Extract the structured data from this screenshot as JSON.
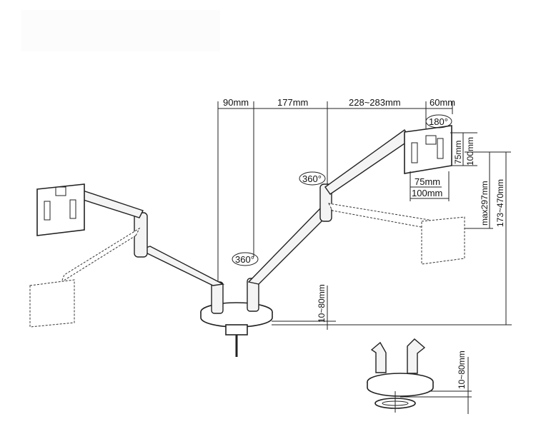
{
  "dimensions": {
    "top": [
      "90mm",
      "177mm",
      "228~283mm",
      "60mm"
    ],
    "vesa_h_small": "75mm",
    "vesa_h_large": "100mm",
    "vesa_v_small": "75mm",
    "vesa_v_large": "100mm",
    "max_height": "max297mm",
    "height_range": "173~470mm",
    "clamp_range": "10~80mm",
    "clamp_range_inset": "10~80mm"
  },
  "rotations": {
    "tilt": "180°",
    "arm_joint": "360°",
    "base_joint": "360°"
  }
}
